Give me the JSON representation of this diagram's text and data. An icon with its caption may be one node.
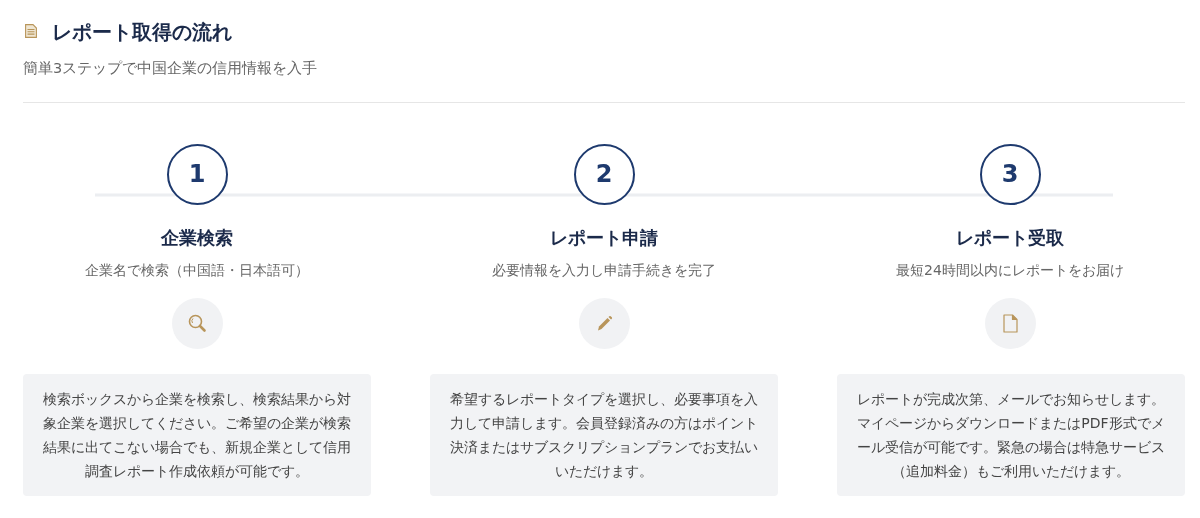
{
  "diagram": {
    "title": "レポート取得の流れ",
    "nodes": [
      {
        "text": [
          "1"
        ],
        "beside": [
          "企業検索",
          "企業名で検索（中国語・日本語可）"
        ]
      },
      {
        "text": [
          "2"
        ],
        "beside": [
          "レポート申請",
          "必要情報を入力し申請手続きを完了"
        ]
      },
      {
        "text": [
          "3"
        ],
        "beside": [
          "レポート受取",
          "最短24時間以内にレポートをお届け"
        ]
      },
      {
        "text": [
          "検索ボックスから企業を検索し、検索結果から対象企業を選択してください。ご希望の企業が検索結果に出てこない場合でも、新規企業として信用調査レポート作成依頼が可能です。"
        ]
      },
      {
        "text": [
          "希望するレポートタイプを選択し、必要事項を入力して申請します。会員登録済みの方はポイント決済またはサブスクリプションプランでお支払いいただけます。"
        ]
      },
      {
        "text": [
          "レポートが完成次第、メールでお知らせします。マイページからダウンロードまたはPDF形式でメール受信が可能です。緊急の場合は特急サービス（追加料金）もご利用いただけます。"
        ]
      }
    ],
    "edges": [
      {
        "from": 0,
        "to": 1,
        "arrow": "none"
      },
      {
        "from": 1,
        "to": 2,
        "arrow": "none"
      }
    ],
    "labels": [
      "簡単3ステップで中国企業の信用情報を入手"
    ]
  }
}
